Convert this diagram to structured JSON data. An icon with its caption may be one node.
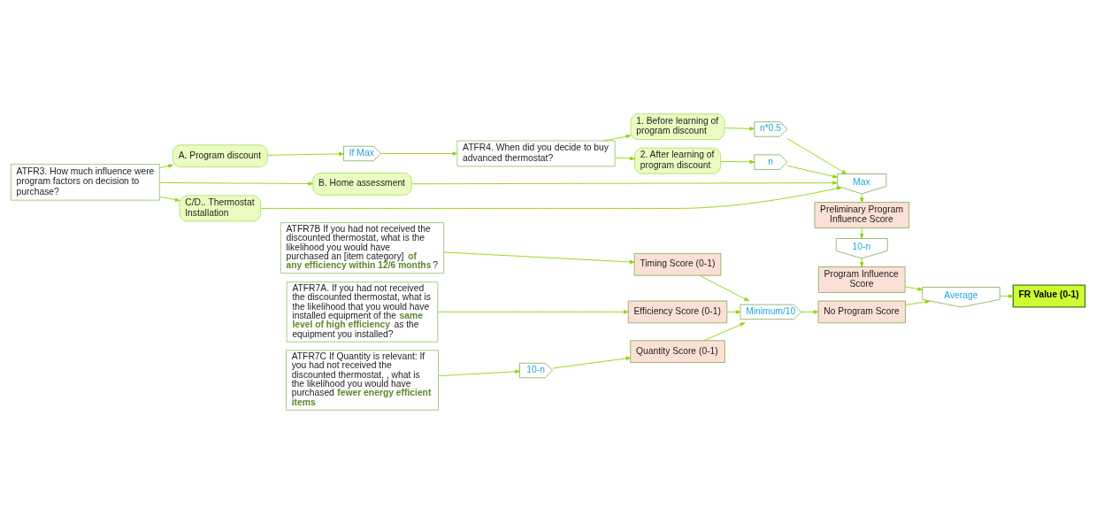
{
  "diagram": {
    "nodes": [
      {
        "text": [
          "ATFR3. How much influence were program factors on decision to purchase?"
        ]
      },
      {
        "text": [
          "A. Program discount"
        ]
      },
      {
        "text": [
          "B. Home assessment"
        ]
      },
      {
        "text": [
          "C/D.. Thermostat Installation"
        ]
      },
      {
        "text": [
          "If Max"
        ]
      },
      {
        "text": [
          "ATFR4. When did you decide to buy advanced thermostat?"
        ]
      },
      {
        "text": [
          "1. Before learning of program discount"
        ]
      },
      {
        "text": [
          "2. After learning of program discount"
        ]
      },
      {
        "text": [
          "n*0.5"
        ]
      },
      {
        "text": [
          "n"
        ]
      },
      {
        "text": [
          "Max"
        ]
      },
      {
        "text": [
          "Preliminary Program Influence Score"
        ]
      },
      {
        "text": [
          "10-n"
        ]
      },
      {
        "text": [
          "Program Influence Score"
        ]
      },
      {
        "text": [
          "ATFR7B If you had not received the discounted thermostat, what is the likelihood you would have purchased an [item category] **of any efficiency within 12/6 months**?"
        ]
      },
      {
        "text": [
          "Timing Score (0-1)"
        ]
      },
      {
        "text": [
          "ATFR7A. If you had not received the discounted thermostat, what is the likelihood that you would have installed equipment of the **same level of high efficiency** as the equipment you installed?"
        ]
      },
      {
        "text": [
          "Efficiency Score (0-1)"
        ]
      },
      {
        "text": [
          "ATFR7C If Quantity is relevant: If you had not received the discounted thermostat, , what is the likelihood you would have purchased **fewer energy efficient items**"
        ]
      },
      {
        "text": [
          "10-n"
        ]
      },
      {
        "text": [
          "Quantity Score (0-1)"
        ]
      },
      {
        "text": [
          "Minimum/10"
        ]
      },
      {
        "text": [
          "No Program Score"
        ]
      },
      {
        "text": [
          "Average"
        ]
      },
      {
        "text": [
          "FR Value (0-1)"
        ]
      }
    ],
    "edges": [
      {
        "from": 0,
        "to": 1,
        "arrow": "to"
      },
      {
        "from": 0,
        "to": 2,
        "arrow": "to"
      },
      {
        "from": 0,
        "to": 3,
        "arrow": "to"
      },
      {
        "from": 1,
        "to": 4,
        "arrow": "to"
      },
      {
        "from": 4,
        "to": 5,
        "arrow": "to"
      },
      {
        "from": 5,
        "to": 6,
        "arrow": "to"
      },
      {
        "from": 5,
        "to": 7,
        "arrow": "to"
      },
      {
        "from": 6,
        "to": 8,
        "arrow": "to"
      },
      {
        "from": 7,
        "to": 9,
        "arrow": "to"
      },
      {
        "from": 8,
        "to": 10,
        "arrow": "to"
      },
      {
        "from": 9,
        "to": 10,
        "arrow": "to"
      },
      {
        "from": 2,
        "to": 10,
        "arrow": "to"
      },
      {
        "from": 3,
        "to": 10,
        "arrow": "to"
      },
      {
        "from": 10,
        "to": 11,
        "arrow": "to"
      },
      {
        "from": 11,
        "to": 12,
        "arrow": "to"
      },
      {
        "from": 12,
        "to": 13,
        "arrow": "to"
      },
      {
        "from": 14,
        "to": 15,
        "arrow": "to"
      },
      {
        "from": 16,
        "to": 17,
        "arrow": "to"
      },
      {
        "from": 18,
        "to": 19,
        "arrow": "to"
      },
      {
        "from": 19,
        "to": 20,
        "arrow": "to"
      },
      {
        "from": 15,
        "to": 21,
        "arrow": "to"
      },
      {
        "from": 17,
        "to": 21,
        "arrow": "to"
      },
      {
        "from": 20,
        "to": 21,
        "arrow": "to"
      },
      {
        "from": 21,
        "to": 22,
        "arrow": "to"
      },
      {
        "from": 13,
        "to": 23,
        "arrow": "to"
      },
      {
        "from": 22,
        "to": 23,
        "arrow": "to"
      },
      {
        "from": 23,
        "to": 24,
        "arrow": "to"
      }
    ]
  }
}
